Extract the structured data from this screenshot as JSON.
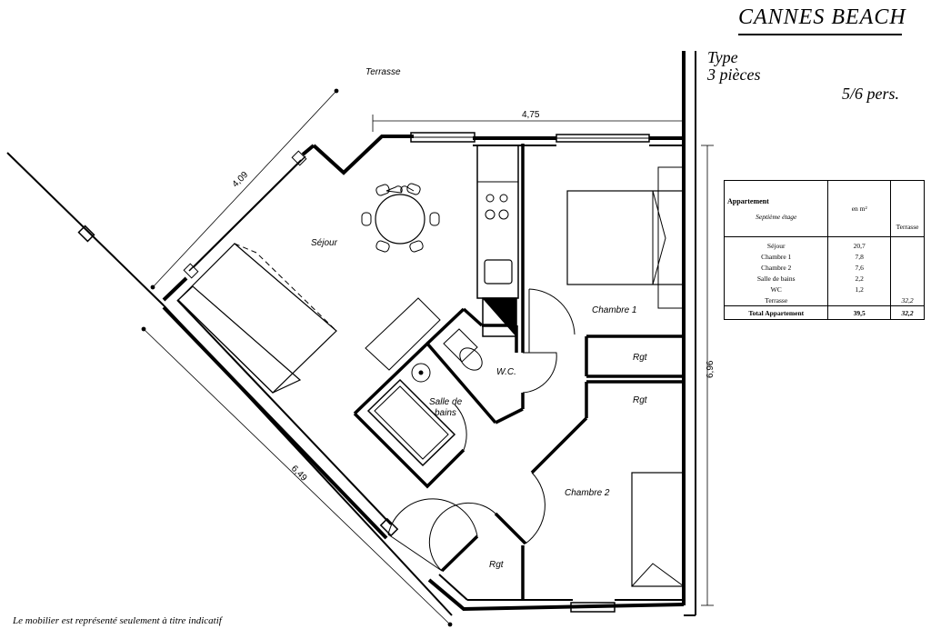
{
  "header": {
    "title": "CANNES  BEACH",
    "type_line1": "Type",
    "type_line2": "3 pièces",
    "capacity": "5/6 pers."
  },
  "rooms": {
    "terrasse": "Terrasse",
    "sejour": "Séjour",
    "chambre1": "Chambre 1",
    "chambre2": "Chambre 2",
    "wc": "W.C.",
    "sdb_line1": "Salle de",
    "sdb_line2": "bains",
    "rgt1": "Rgt",
    "rgt2": "Rgt",
    "rgt3": "Rgt"
  },
  "dimensions": {
    "top": "4,75",
    "diag_top": "4,09",
    "right": "6,96",
    "diag_bottom": "6,49"
  },
  "area_table": {
    "header_main": "Appartement",
    "header_sub": "Septième étage",
    "col_area": "en m²",
    "col_terrace": "Terrasse",
    "rows": [
      {
        "name": "Séjour",
        "area": "20,7",
        "terrace": ""
      },
      {
        "name": "Chambre 1",
        "area": "7,8",
        "terrace": ""
      },
      {
        "name": "Chambre 2",
        "area": "7,6",
        "terrace": ""
      },
      {
        "name": "Salle de bains",
        "area": "2,2",
        "terrace": ""
      },
      {
        "name": "WC",
        "area": "1,2",
        "terrace": ""
      },
      {
        "name": "Terrasse",
        "area": "",
        "terrace": "32,2"
      }
    ],
    "total": {
      "name": "Total Appartement",
      "area": "39,5",
      "terrace": "32,2"
    }
  },
  "footer": {
    "note": "Le mobilier est représenté seulement à titre indicatif"
  }
}
